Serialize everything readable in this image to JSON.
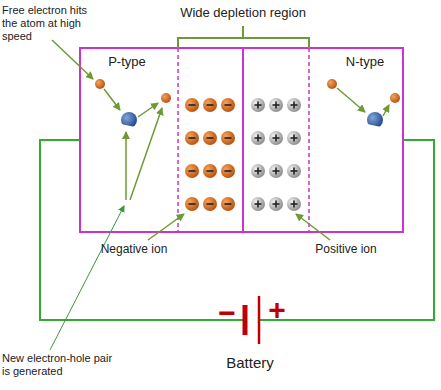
{
  "diagram": {
    "labels": [
      "Free electron hits the atom at high speed",
      "Wide depletion region",
      "P-type",
      "N-type",
      "Negative ion",
      "Positive ion",
      "New electron-hole pair is generated",
      "Battery",
      "−",
      "+"
    ]
  }
}
